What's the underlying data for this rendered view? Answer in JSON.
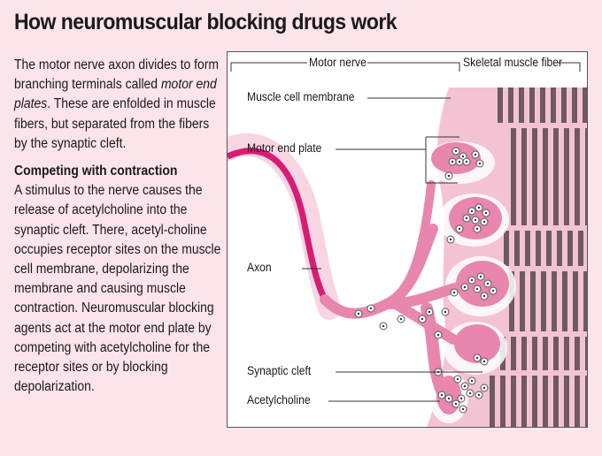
{
  "title": "How neuromuscular blocking drugs work",
  "intro": {
    "before_italic": "The motor nerve axon divides to form branching terminals called ",
    "italic": "motor end plates",
    "after_italic": ". These are enfolded in muscle fibers, but separated from the fibers by the synaptic cleft."
  },
  "section": {
    "heading": "Competing with contraction",
    "text": "A stimulus to the nerve causes the release of acetylcholine into the synaptic cleft. There, acetyl-choline occupies receptor sites on the muscle cell membrane, depolarizing the membrane and causing muscle contraction. Neuromuscular blocking agents act at the motor end plate by competing with acetylcholine for the receptor sites or by blocking depolarization."
  },
  "diagram": {
    "header_labels": {
      "motor_nerve": "Motor nerve",
      "skeletal_muscle_fiber": "Skeletal muscle fiber"
    },
    "labels": {
      "muscle_cell_membrane": "Muscle cell membrane",
      "motor_end_plate": "Motor end plate",
      "axon": "Axon",
      "synaptic_cleft": "Synaptic cleft",
      "acetylcholine": "Acetylcholine"
    },
    "colors": {
      "axon": "#d81b73",
      "terminal": "#e886ad",
      "muscle": "#f4c3d3",
      "fiber_bars": "#6e5a62"
    }
  }
}
